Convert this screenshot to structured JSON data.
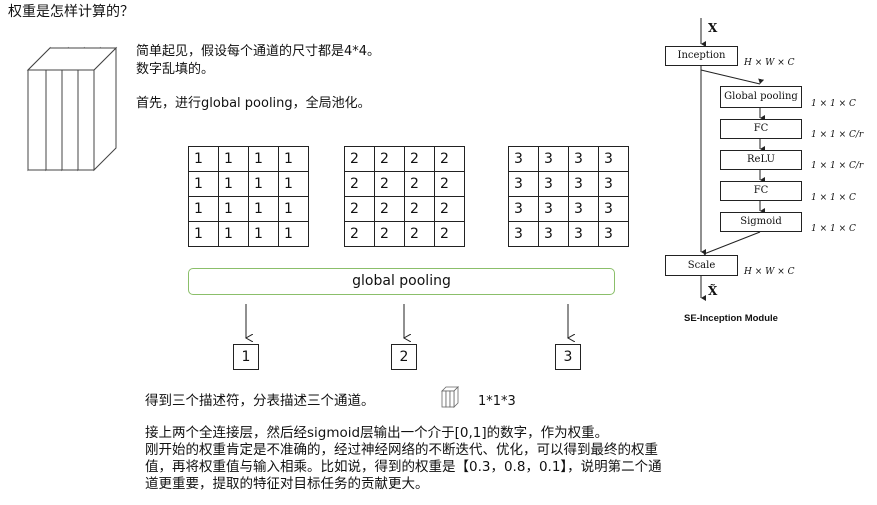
{
  "title": "权重是怎样计算的？",
  "intro": {
    "line1": "简单起见，假设每个通道的尺寸都是4*4。",
    "line2": "数字乱填的。",
    "line3": "首先，进行global pooling，全局池化。"
  },
  "channels": [
    {
      "value": "1",
      "rows": [
        [
          "1",
          "1",
          "1",
          "1"
        ],
        [
          "1",
          "1",
          "1",
          "1"
        ],
        [
          "1",
          "1",
          "1",
          "1"
        ],
        [
          "1",
          "1",
          "1",
          "1"
        ]
      ]
    },
    {
      "value": "2",
      "rows": [
        [
          "2",
          "2",
          "2",
          "2"
        ],
        [
          "2",
          "2",
          "2",
          "2"
        ],
        [
          "2",
          "2",
          "2",
          "2"
        ],
        [
          "2",
          "2",
          "2",
          "2"
        ]
      ]
    },
    {
      "value": "3",
      "rows": [
        [
          "3",
          "3",
          "3",
          "3"
        ],
        [
          "3",
          "3",
          "3",
          "3"
        ],
        [
          "3",
          "3",
          "3",
          "3"
        ],
        [
          "3",
          "3",
          "3",
          "3"
        ]
      ]
    }
  ],
  "pooling_label": "global pooling",
  "descriptor_text": "得到三个描述符，分表描述三个通道。",
  "descriptor_dims": "1*1*3",
  "explanation": {
    "line1": "接上两个全连接层，然后经sigmoid层输出一个介于[0,1]的数字，作为权重。",
    "line2": "刚开始的权重肯定是不准确的，经过神经网络的不断迭代、优化，可以得到最终的权重",
    "line3": "值，再将权重值与输入相乘。比如说，得到的权重是【0.3，0.8，0.1】，说明第二个通",
    "line4": "道更重要，提取的特征对目标任务的贡献更大。"
  },
  "se_module": {
    "input_label": "X",
    "output_label": "X̃",
    "blocks": [
      {
        "name": "Inception",
        "dim": "H × W × C"
      },
      {
        "name": "Global pooling",
        "dim": "1 × 1 × C"
      },
      {
        "name": "FC",
        "dim": "1 × 1 × C/r"
      },
      {
        "name": "ReLU",
        "dim": "1 × 1 × C/r"
      },
      {
        "name": "FC",
        "dim": "1 × 1 × C"
      },
      {
        "name": "Sigmoid",
        "dim": "1 × 1 × C"
      },
      {
        "name": "Scale",
        "dim": "H × W × C"
      }
    ],
    "caption": "SE-Inception Module"
  },
  "colors": {
    "pool_border": "#8bbf6a",
    "line": "#222222"
  }
}
